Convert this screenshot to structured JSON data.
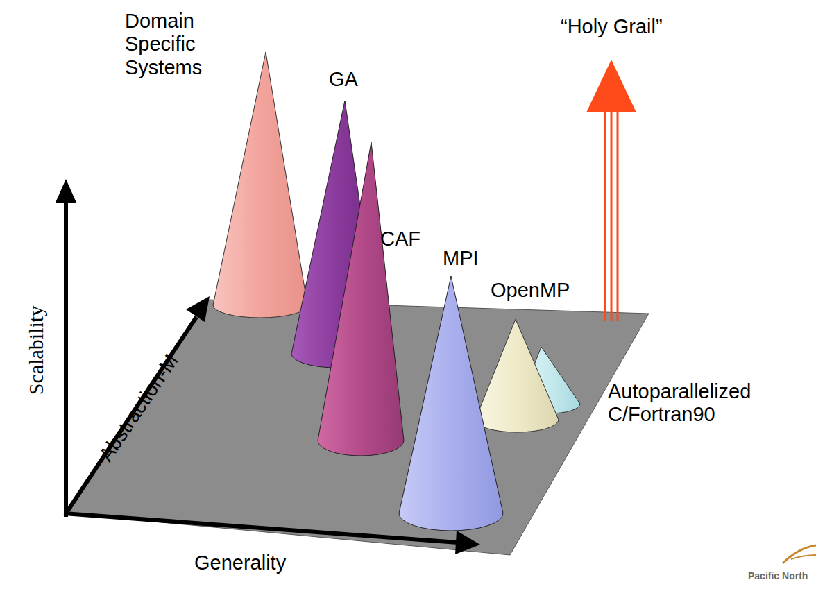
{
  "diagram": {
    "labels": [
      "Domain Specific Systems",
      "GA",
      "CAF",
      "MPI",
      "OpenMP",
      "Autoparallelized C/Fortran90",
      "“Holy Grail”",
      "Scalability",
      "Abstraction-M",
      "Generality",
      "Pacific North"
    ]
  }
}
